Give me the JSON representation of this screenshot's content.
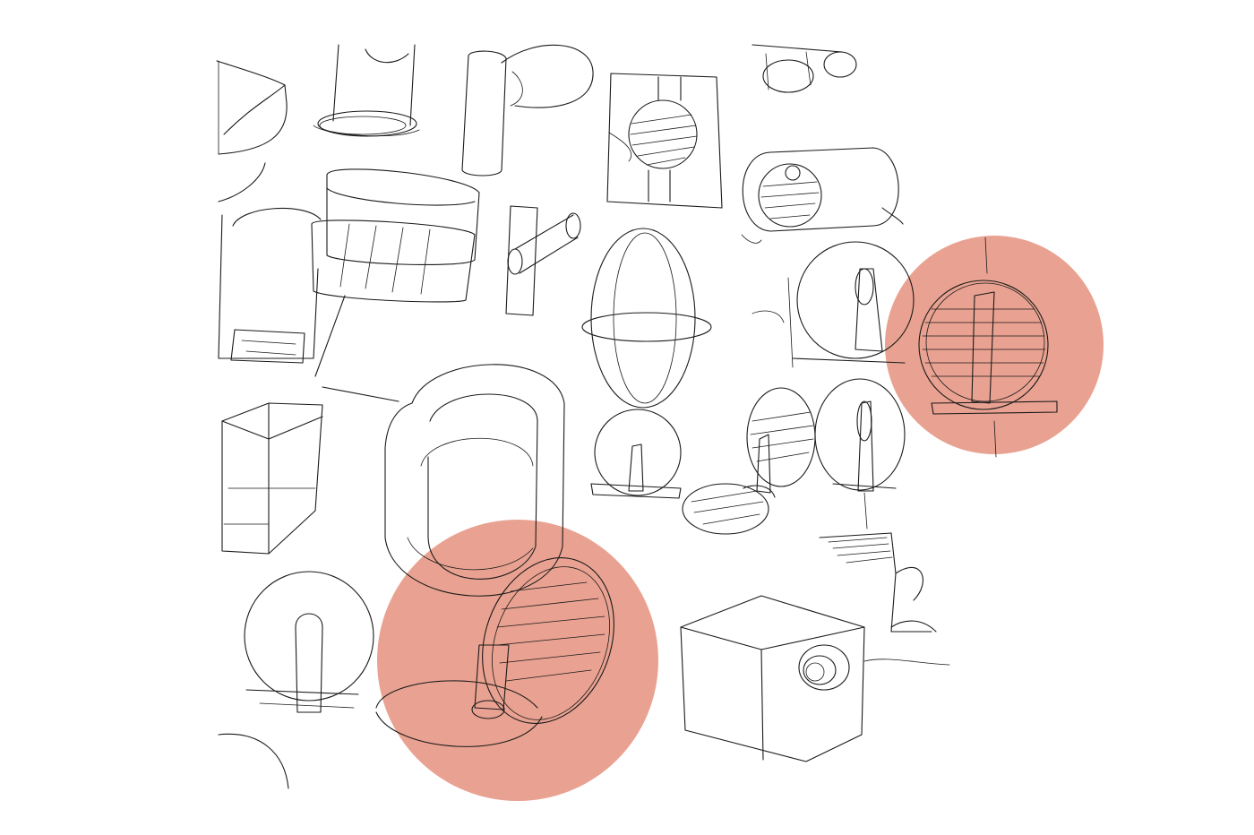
{
  "image": {
    "description_type": "concept-sketch-sheet",
    "background_color": "#ffffff",
    "ink_color": "#1a1a1a",
    "highlight_color": "#e07a62",
    "highlight_opacity": 0.7
  },
  "icons": [
    "sketch-cylinder",
    "sketch-box",
    "sketch-disc-stand",
    "sketch-capsule",
    "sketch-cube-speaker"
  ]
}
